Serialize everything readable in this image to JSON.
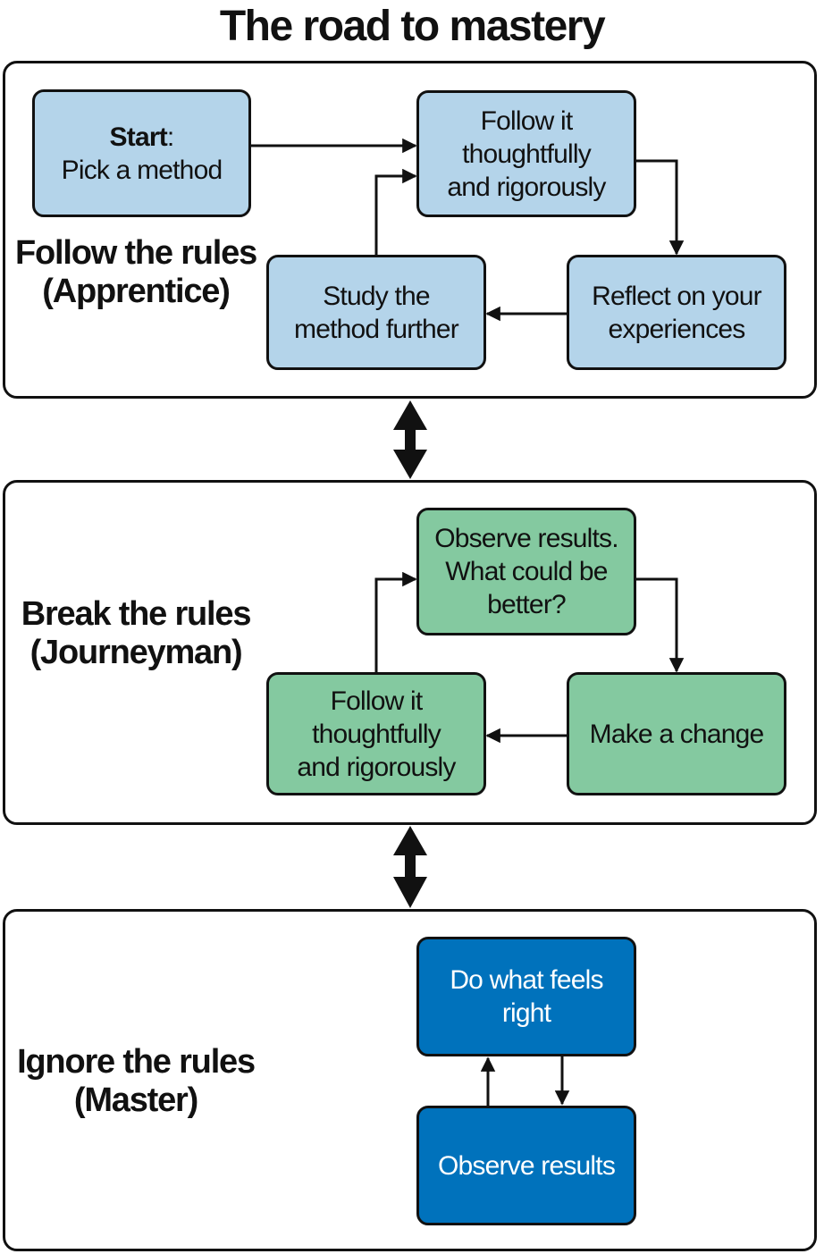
{
  "title": "The road to mastery",
  "stages": {
    "apprentice": {
      "label_line1": "Follow the rules",
      "label_line2": "(Apprentice)",
      "start_strong": "Start",
      "start_colon": ":",
      "start_text": "Pick a method",
      "follow": [
        "Follow it",
        "thoughtfully",
        "and rigorously"
      ],
      "reflect": [
        "Reflect on your",
        "experiences"
      ],
      "study": [
        "Study the",
        "method further"
      ]
    },
    "journeyman": {
      "label_line1": "Break the rules",
      "label_line2": "(Journeyman)",
      "observe": [
        "Observe results.",
        "What could be",
        "better?"
      ],
      "change": "Make a change",
      "follow": [
        "Follow it",
        "thoughtfully",
        "and rigorously"
      ]
    },
    "master": {
      "label_line1": "Ignore the rules",
      "label_line2": "(Master)",
      "feel": [
        "Do what feels",
        "right"
      ],
      "observe": "Observe results"
    }
  },
  "colors": {
    "apprentice_box": "#b4d4ea",
    "journeyman_box": "#84c9a0",
    "master_box": "#0072bc",
    "outline": "#111111"
  }
}
